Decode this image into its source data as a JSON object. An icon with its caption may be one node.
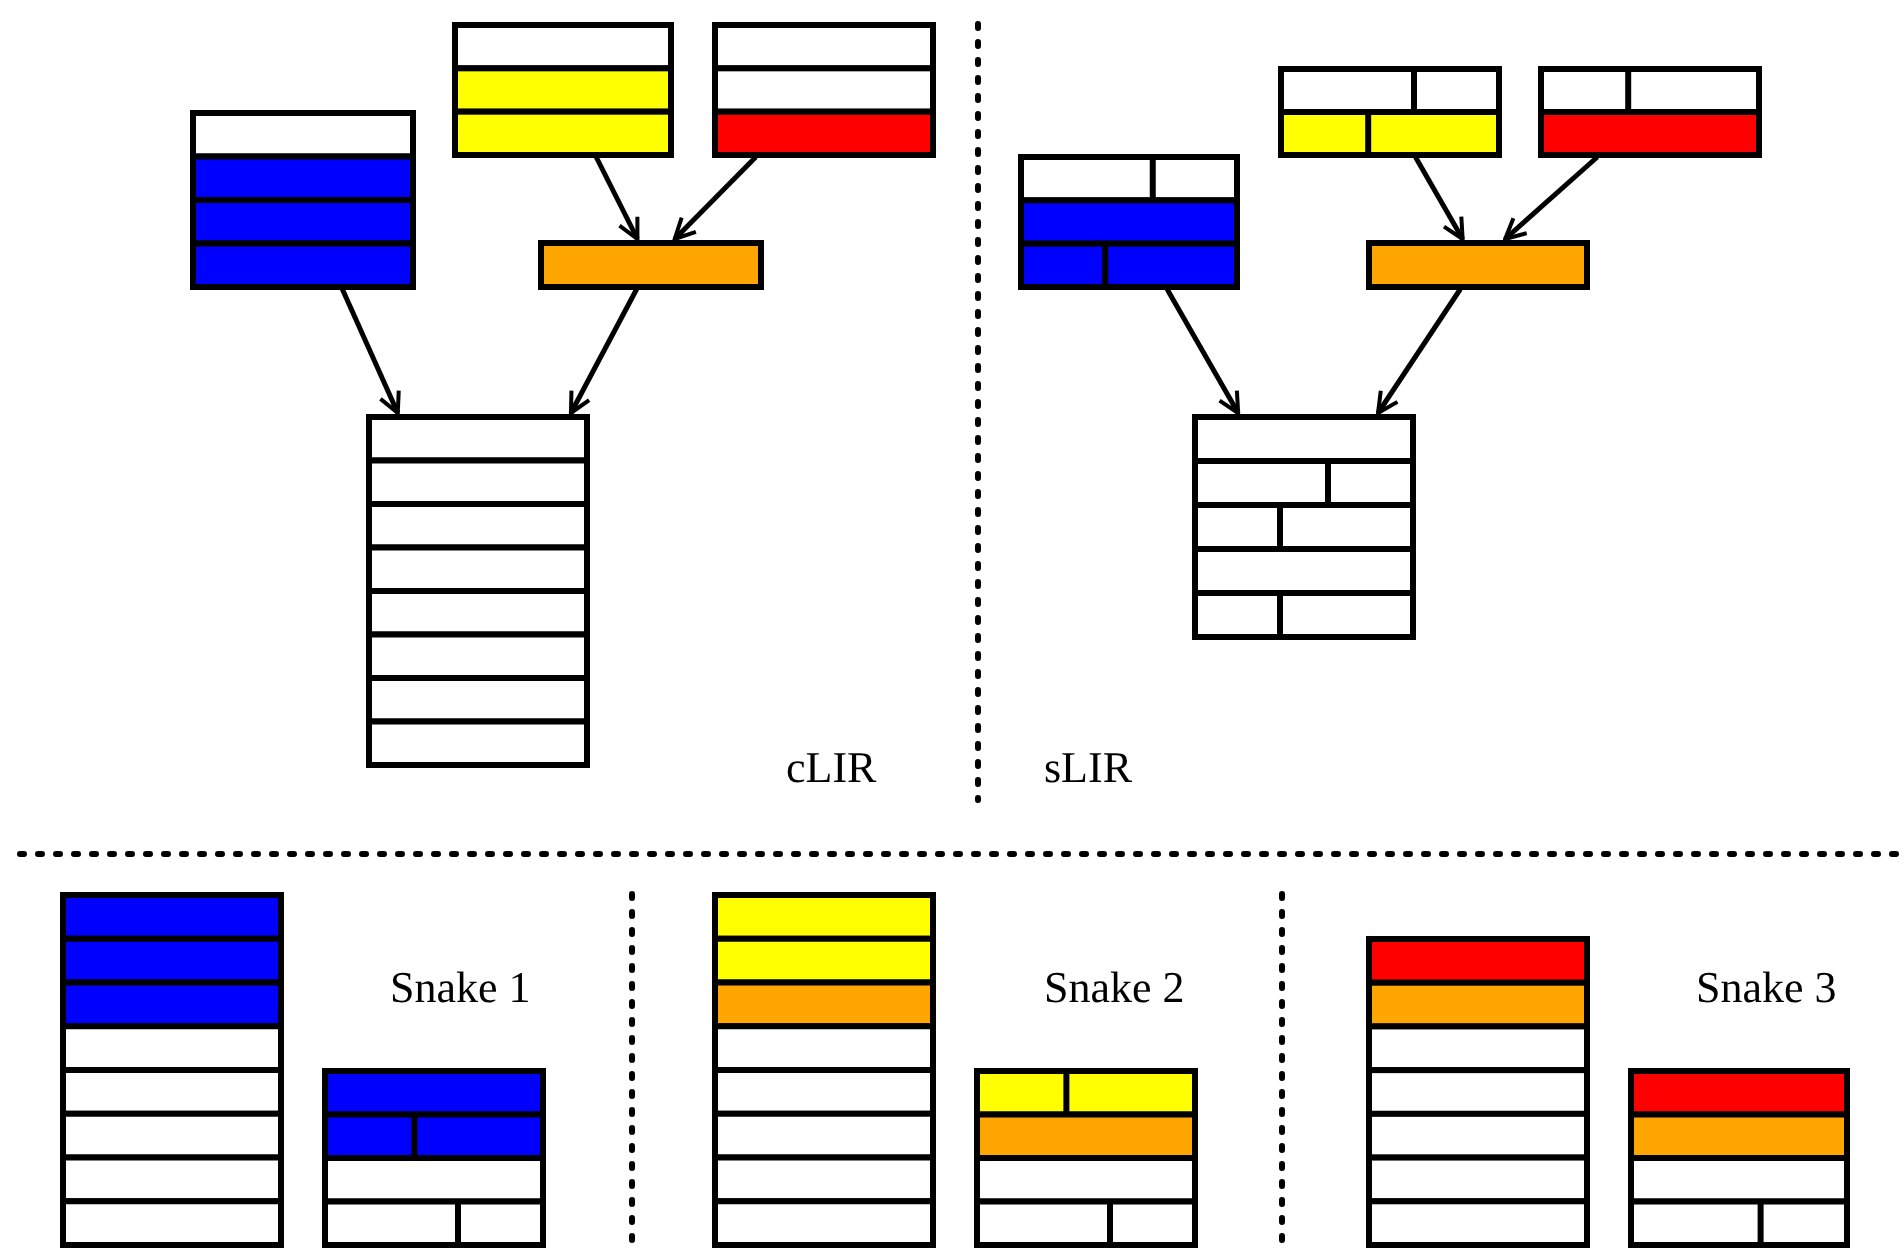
{
  "diagram": {
    "nodes": [
      {
        "text": [],
        "shape": "box"
      },
      {
        "text": [],
        "shape": "box"
      },
      {
        "text": [],
        "shape": "box"
      },
      {
        "text": [],
        "shape": "bar"
      },
      {
        "text": [],
        "shape": "box"
      },
      {
        "text": [],
        "shape": "box"
      },
      {
        "text": [],
        "shape": "box"
      },
      {
        "text": [],
        "shape": "box"
      },
      {
        "text": [],
        "shape": "bar"
      },
      {
        "text": [],
        "shape": "box"
      },
      {
        "text": [],
        "shape": "box"
      },
      {
        "text": [],
        "shape": "box"
      },
      {
        "text": [],
        "shape": "box"
      },
      {
        "text": [],
        "shape": "box"
      },
      {
        "text": [],
        "shape": "box"
      },
      {
        "text": [],
        "shape": "box"
      }
    ],
    "edges": [
      {
        "from": 1,
        "to": 3,
        "arrow": "to"
      },
      {
        "from": 2,
        "to": 3,
        "arrow": "to"
      },
      {
        "from": 0,
        "to": 4,
        "arrow": "to"
      },
      {
        "from": 3,
        "to": 4,
        "arrow": "to"
      },
      {
        "from": 6,
        "to": 8,
        "arrow": "to"
      },
      {
        "from": 7,
        "to": 8,
        "arrow": "to"
      },
      {
        "from": 5,
        "to": 9,
        "arrow": "to"
      },
      {
        "from": 8,
        "to": 9,
        "arrow": "to"
      }
    ],
    "labels": [
      "cLIR",
      "sLIR",
      "Snake 1",
      "Snake 2",
      "Snake 3"
    ]
  }
}
